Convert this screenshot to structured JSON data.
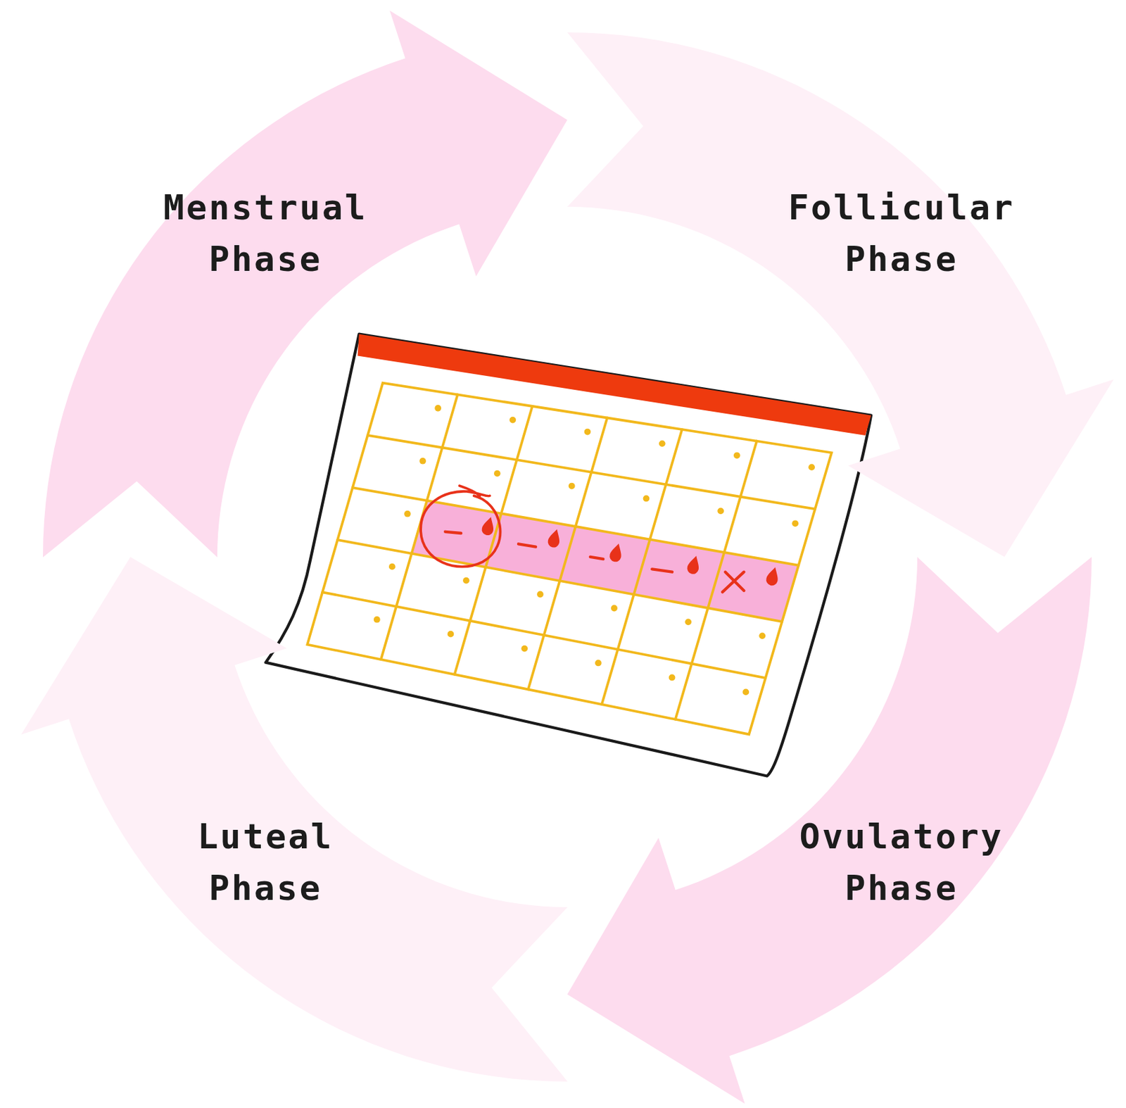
{
  "diagram": {
    "nodes": [
      {
        "text": [
          "Menstrual Phase"
        ]
      },
      {
        "text": [
          "Follicular Phase"
        ]
      },
      {
        "text": [
          "Ovulatory Phase"
        ]
      },
      {
        "text": [
          "Luteal Phase"
        ]
      }
    ]
  }
}
